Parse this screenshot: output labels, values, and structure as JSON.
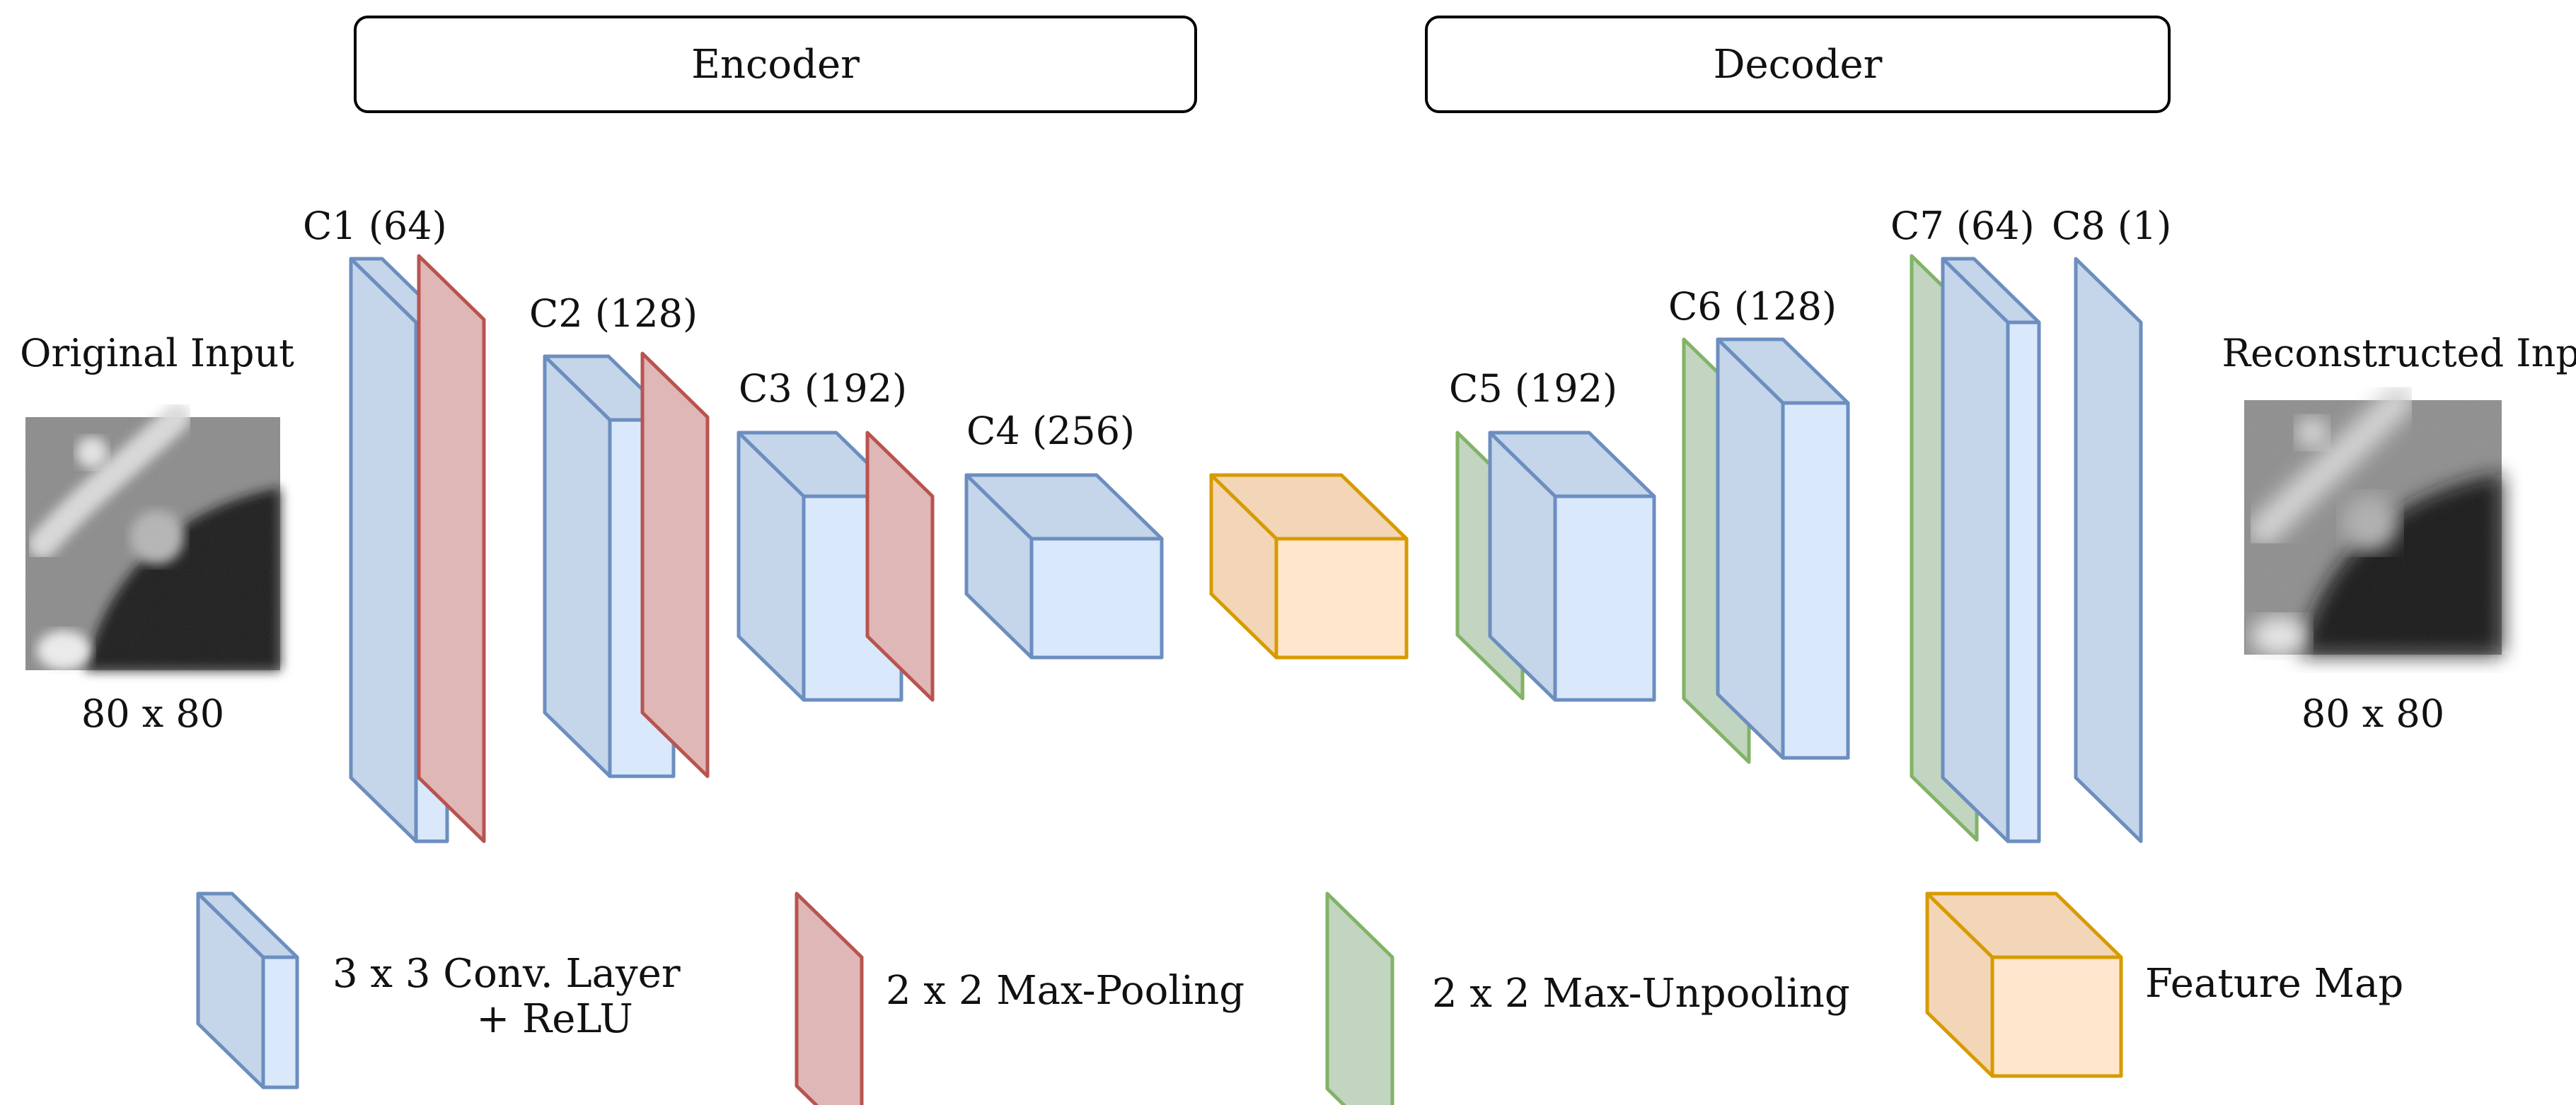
{
  "headers": {
    "encoder": "Encoder",
    "decoder": "Decoder"
  },
  "io": {
    "input_title": "Original Input",
    "input_size": "80 x 80",
    "output_title": "Reconstructed Input",
    "output_size": "80 x 80"
  },
  "layers": {
    "c1": "C1 (64)",
    "c2": "C2 (128)",
    "c3": "C3 (192)",
    "c4": "C4 (256)",
    "c5": "C5 (192)",
    "c6": "C6 (128)",
    "c7": "C7 (64)",
    "c8": "C8 (1)"
  },
  "legend": {
    "conv_line1": "3 x 3 Conv. Layer",
    "conv_line2": "+ ReLU",
    "pool": "2 x 2 Max-Pooling",
    "unpool": "2 x 2 Max-Unpooling",
    "feature": "Feature Map"
  },
  "colors": {
    "conv_front": "#dae8fc",
    "conv_side": "#c5d5ea",
    "conv_stroke": "#6c8ebf",
    "pool_fill": "#dfb7b7",
    "pool_stroke": "#b85450",
    "unpool_fill": "#c1d5c0",
    "unpool_stroke": "#82b366",
    "feature_front": "#ffe6cc",
    "feature_side": "#f3d6b8",
    "feature_stroke": "#d79b00"
  }
}
